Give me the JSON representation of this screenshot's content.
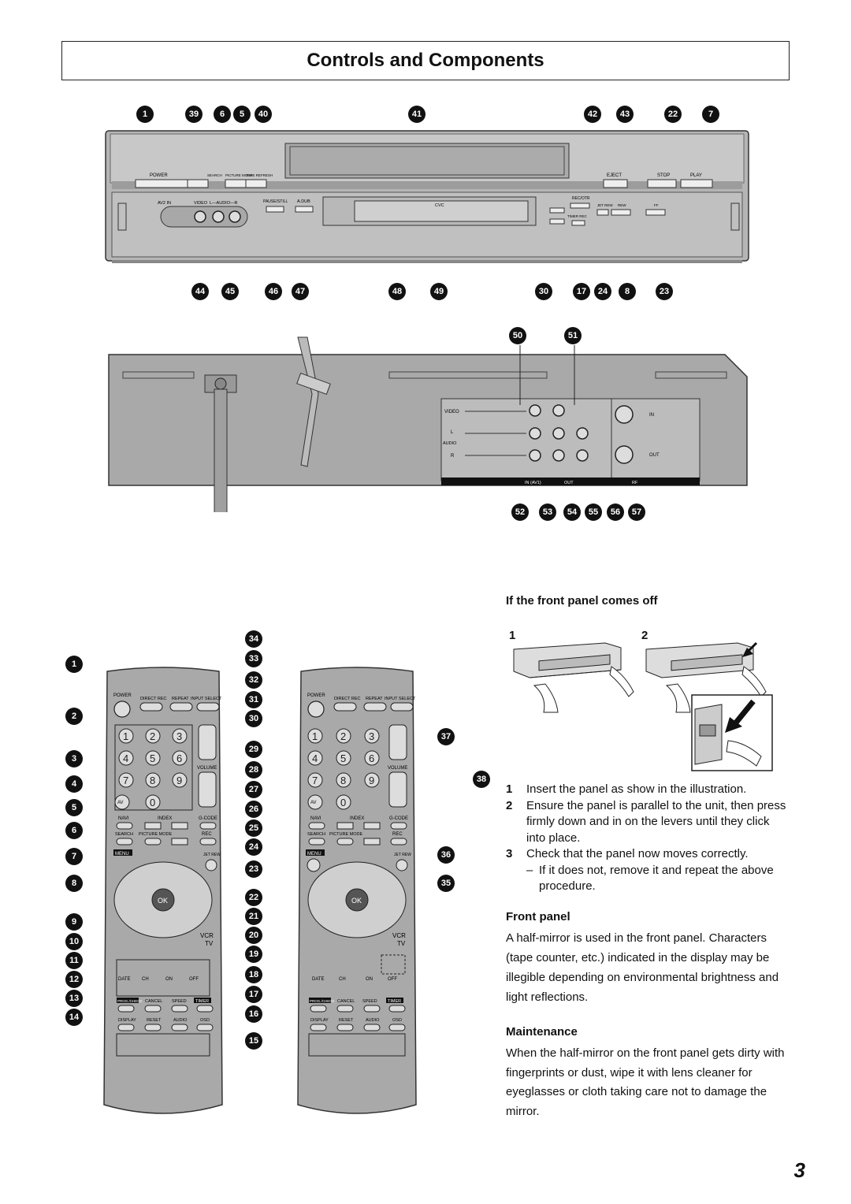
{
  "page_title": "Controls and Components",
  "front_panel_callouts_top": [
    "1",
    "39",
    "6",
    "5",
    "40",
    "41",
    "42",
    "43",
    "22",
    "7"
  ],
  "front_panel_callouts_bottom": [
    "44",
    "45",
    "46",
    "47",
    "48",
    "49",
    "30",
    "17",
    "24",
    "8",
    "23"
  ],
  "rear_callouts_top": [
    "50",
    "51"
  ],
  "rear_callouts_bottom": [
    "52",
    "53",
    "54",
    "55",
    "56",
    "57"
  ],
  "remote_callouts_left": [
    "1",
    "2",
    "3",
    "4",
    "5",
    "6",
    "7",
    "8",
    "9",
    "10",
    "11",
    "12",
    "13",
    "14"
  ],
  "remote_callouts_right": [
    "34",
    "33",
    "32",
    "31",
    "30",
    "29",
    "28",
    "27",
    "26",
    "25",
    "24",
    "23",
    "22",
    "21",
    "20",
    "19",
    "18",
    "17",
    "16",
    "15"
  ],
  "remote2_callouts": [
    "37",
    "38",
    "36",
    "35"
  ],
  "vcr_labels": {
    "power": "POWER",
    "search": "SEARCH",
    "picture_mode": "PICTURE MODE",
    "tape_refresh": "TAPE REFRESH",
    "eject": "EJECT",
    "stop": "STOP",
    "play": "PLAY",
    "av2_in": "AV2 IN",
    "video": "VIDEO",
    "audio": "L—AUDIO—R",
    "pause_still": "PAUSE/STILL",
    "a_dub": "A.DUB",
    "cvc": "CVC",
    "rec_otr": "REC/OTR",
    "jet_rew": "JET REW",
    "rew": "REW",
    "ff": "FF",
    "timer_rec": "TIMER REC"
  },
  "rear_labels": {
    "video": "VIDEO",
    "audio": "AUDIO",
    "l": "L",
    "r": "R",
    "in": "IN",
    "out": "OUT",
    "in_av1": "IN (AV1)",
    "out_bar": "OUT",
    "rf": "RF"
  },
  "remote_labels": {
    "power": "POWER",
    "direct_rec": "DIRECT REC",
    "repeat": "REPEAT",
    "input_select": "INPUT SELECT",
    "volume": "VOLUME",
    "navi": "NAVI",
    "index": "INDEX",
    "g_code": "G-CODE",
    "search": "SEARCH",
    "picture_mode": "PICTURE MODE",
    "rec": "REC",
    "menu": "MENU",
    "jet_rew": "JET REW",
    "ok": "OK",
    "vcr": "VCR",
    "tv": "TV",
    "date": "DATE",
    "ch": "CH",
    "on": "ON",
    "off": "OFF",
    "prog_check": "PROG./CHECK",
    "cancel": "CANCEL",
    "speed": "SPEED",
    "timer": "TIMER",
    "display": "DISPLAY",
    "reset": "RESET",
    "audio": "AUDIO",
    "osd": "OSD",
    "av": "AV"
  },
  "front_panel_off": {
    "heading": "If the front panel comes off",
    "fig1": "1",
    "fig2": "2",
    "steps": [
      {
        "n": "1",
        "t": "Insert the panel as show in the illustration."
      },
      {
        "n": "2",
        "t": "Ensure the panel is parallel to the unit, then press firmly down and in on the levers until they click into place."
      },
      {
        "n": "3",
        "t": "Check that the panel now moves correctly."
      }
    ],
    "note_dash": "–",
    "note": "If it does not, remove it and repeat the above procedure."
  },
  "front_panel": {
    "heading": "Front panel",
    "text": "A half-mirror is used in the front panel. Characters (tape counter, etc.) indicated in the display may be illegible depending on environmental brightness and light reflections."
  },
  "maintenance": {
    "heading": "Maintenance",
    "text": "When the half-mirror on the front panel gets dirty with fingerprints or dust, wipe it with lens cleaner for eyeglasses or cloth taking care not to damage the mirror."
  },
  "page_number": "3"
}
